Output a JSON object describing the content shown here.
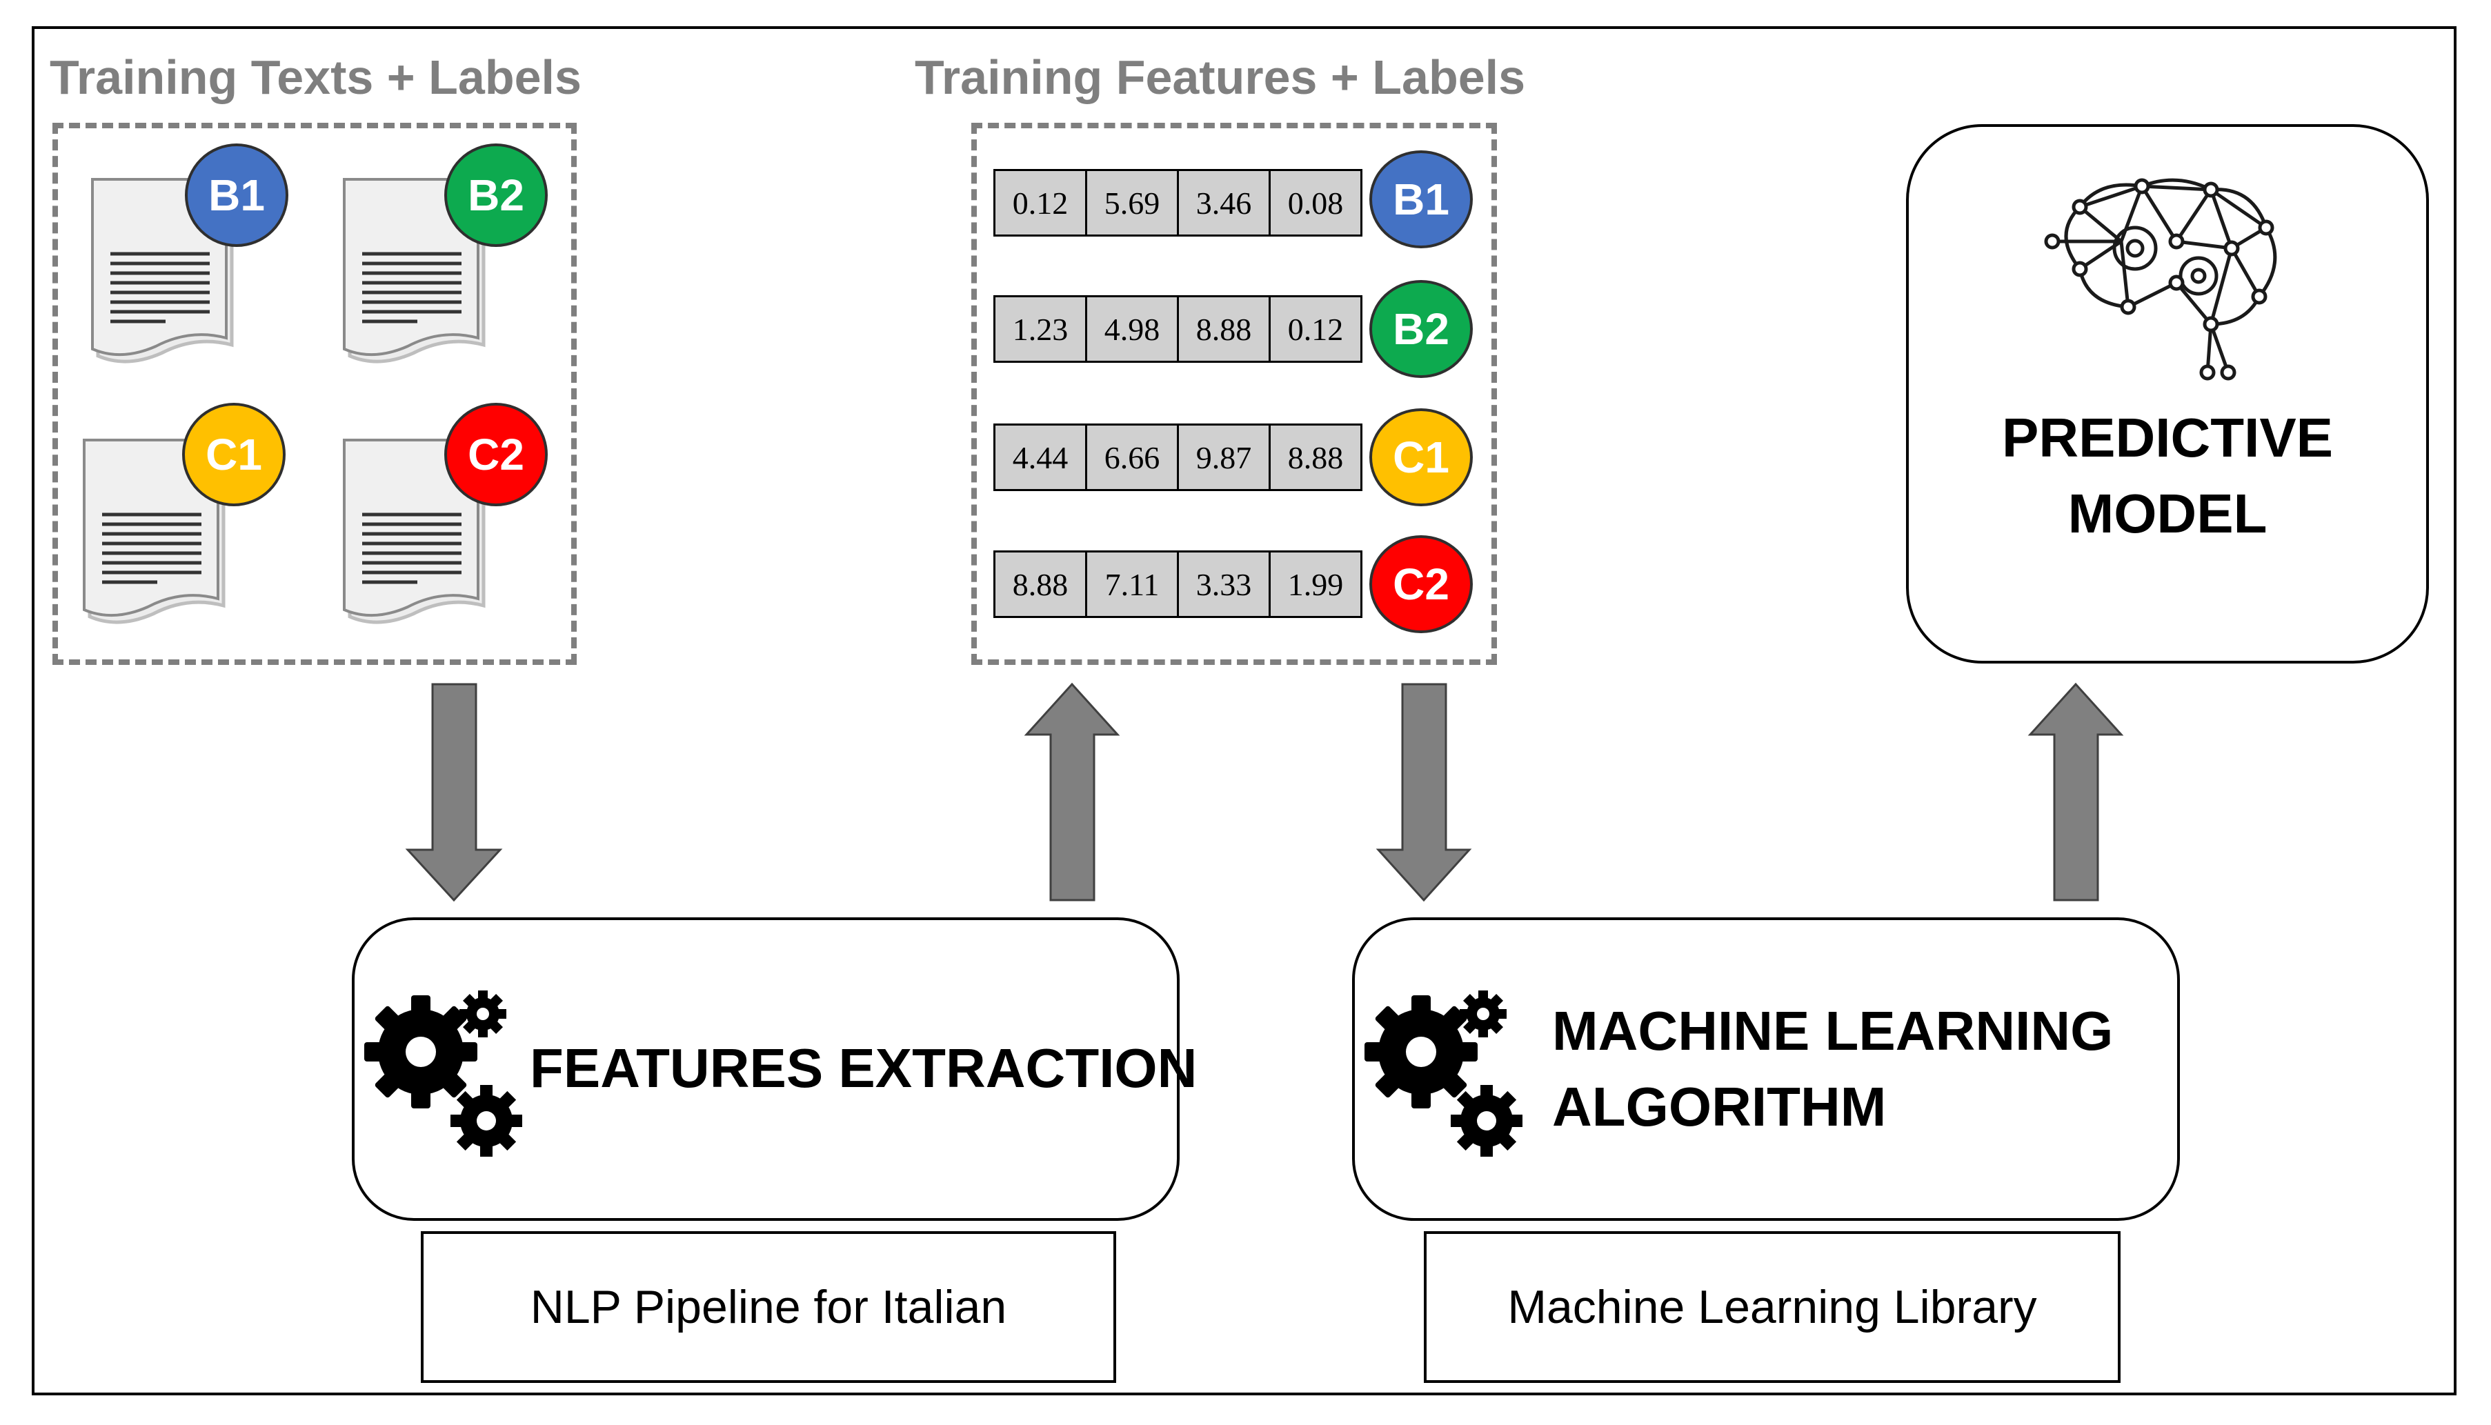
{
  "texts_group": {
    "title": "Training Texts + Labels",
    "documents": [
      {
        "label": "B1",
        "color": "#4472c4"
      },
      {
        "label": "B2",
        "color": "#0daa4f"
      },
      {
        "label": "C1",
        "color": "#ffc000"
      },
      {
        "label": "C2",
        "color": "#ff0000"
      }
    ]
  },
  "features_group": {
    "title": "Training Features + Labels",
    "rows": [
      {
        "values": [
          "0.12",
          "5.69",
          "3.46",
          "0.08"
        ],
        "label": "B1",
        "color": "#4472c4"
      },
      {
        "values": [
          "1.23",
          "4.98",
          "8.88",
          "0.12"
        ],
        "label": "B2",
        "color": "#0daa4f"
      },
      {
        "values": [
          "4.44",
          "6.66",
          "9.87",
          "8.88"
        ],
        "label": "C1",
        "color": "#ffc000"
      },
      {
        "values": [
          "8.88",
          "7.11",
          "3.33",
          "1.99"
        ],
        "label": "C2",
        "color": "#ff0000"
      }
    ]
  },
  "model": {
    "line1": "PREDICTIVE",
    "line2": "MODEL",
    "icon": "brain-gears-icon"
  },
  "features_extraction": {
    "label": "FEATURES EXTRACTION",
    "icon": "gears-icon",
    "library": "NLP Pipeline for Italian"
  },
  "ml_algorithm": {
    "line1": "MACHINE LEARNING",
    "line2": "ALGORITHM",
    "icon": "gears-icon",
    "library": "Machine Learning Library"
  },
  "arrow_color": "#808080"
}
